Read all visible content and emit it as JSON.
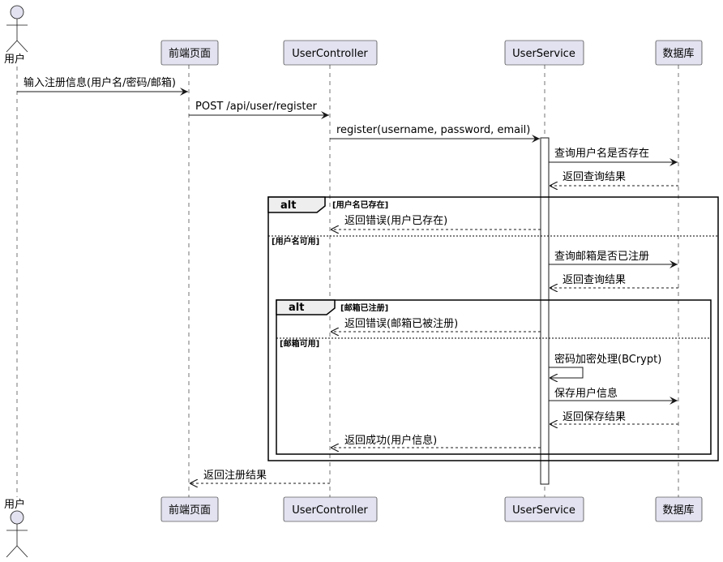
{
  "participants": {
    "user": "用户",
    "frontend": "前端页面",
    "controller": "UserController",
    "service": "UserService",
    "db": "数据库"
  },
  "messages": {
    "m1": "输入注册信息(用户名/密码/邮箱)",
    "m2": "POST /api/user/register",
    "m3": "register(username, password, email)",
    "m4": "查询用户名是否存在",
    "m5": "返回查询结果",
    "m6": "返回错误(用户已存在)",
    "m7": "查询邮箱是否已注册",
    "m8": "返回查询结果",
    "m9": "返回错误(邮箱已被注册)",
    "m10": "密码加密处理(BCrypt)",
    "m11": "保存用户信息",
    "m12": "返回保存结果",
    "m13": "返回成功(用户信息)",
    "m14": "返回注册结果"
  },
  "fragments": {
    "outer": {
      "keyword": "alt",
      "guard1": "[用户名已存在]",
      "guard2": "[用户名可用]"
    },
    "inner": {
      "keyword": "alt",
      "guard1": "[邮箱已注册]",
      "guard2": "[邮箱可用]"
    }
  }
}
